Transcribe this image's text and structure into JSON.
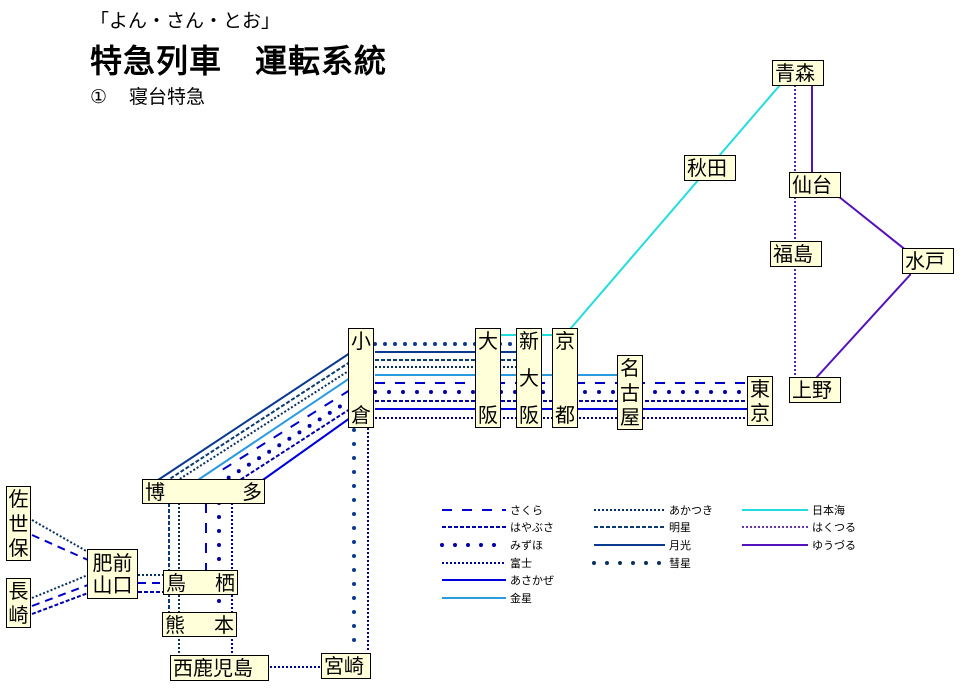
{
  "header": {
    "subtitle": "「よん・さん・とお」",
    "title": "特急列車　運転系統",
    "section_number": "①",
    "section_label": "寝台特急"
  },
  "stations": {
    "aomori": "青森",
    "akita": "秋田",
    "sendai": "仙台",
    "fukushima": "福島",
    "mito": "水戸",
    "ueno": "上野",
    "tokyo": [
      "東",
      "京"
    ],
    "nagoya": [
      "名",
      "古",
      "屋"
    ],
    "kyoto": [
      "京",
      "都"
    ],
    "shin_osaka": [
      "新",
      "大",
      "阪"
    ],
    "osaka": [
      "大",
      "阪"
    ],
    "kokura": [
      "小",
      "倉"
    ],
    "hakata": [
      "博",
      "多"
    ],
    "tosu": [
      "鳥",
      "栖"
    ],
    "kumamoto": [
      "熊",
      "本"
    ],
    "nishikagoshima": "西鹿児島",
    "miyazaki": "宮崎",
    "hizen_yamaguchi": [
      "肥前",
      "山口"
    ],
    "sasebo": [
      "佐",
      "世",
      "保"
    ],
    "nagasaki": [
      "長",
      "崎"
    ]
  },
  "legend": [
    {
      "name": "さくら",
      "color": "#0000cc",
      "style": "dash"
    },
    {
      "name": "はやぶさ",
      "color": "#0000aa",
      "style": "short-dash"
    },
    {
      "name": "みずほ",
      "color": "#0000aa",
      "style": "dots-big"
    },
    {
      "name": "富士",
      "color": "#000099",
      "style": "dotted"
    },
    {
      "name": "あさかぜ",
      "color": "#0000dd",
      "style": "solid"
    },
    {
      "name": "金星",
      "color": "#2a9be0",
      "style": "solid"
    },
    {
      "name": "あかつき",
      "color": "#0a3060",
      "style": "dotted"
    },
    {
      "name": "明星",
      "color": "#0a3a70",
      "style": "short-dash"
    },
    {
      "name": "月光",
      "color": "#0a3a90",
      "style": "solid"
    },
    {
      "name": "彗星",
      "color": "#0a3060",
      "style": "dots-big"
    },
    {
      "name": "日本海",
      "color": "#22dddd",
      "style": "solid"
    },
    {
      "name": "はくつる",
      "color": "#6633aa",
      "style": "dotted"
    },
    {
      "name": "ゆうづる",
      "color": "#5511bb",
      "style": "solid"
    }
  ]
}
